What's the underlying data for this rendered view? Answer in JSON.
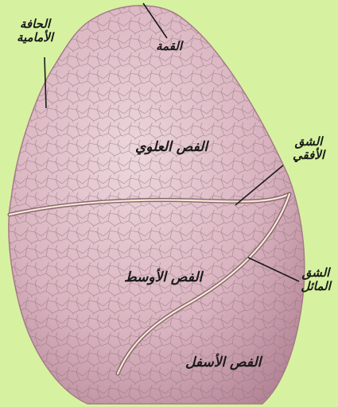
{
  "labels": {
    "apex": "القمة",
    "anterior_border_line1": "الحافة",
    "anterior_border_line2": "الأمامية",
    "upper_lobe": "الفص العلوي",
    "horizontal_fissure_line1": "الشق",
    "horizontal_fissure_line2": "الأفقي",
    "middle_lobe": "الفص الأوسط",
    "oblique_fissure_line1": "الشق",
    "oblique_fissure_line2": "المائل",
    "lower_lobe": "الفص الأسفل"
  },
  "colors": {
    "background": "#d6f2a0",
    "lung_fill": "#dcb8c2",
    "lung_shadow": "#b98e9c",
    "fissure_line": "#f4ecd4",
    "leader_line": "#1b1b1b"
  }
}
